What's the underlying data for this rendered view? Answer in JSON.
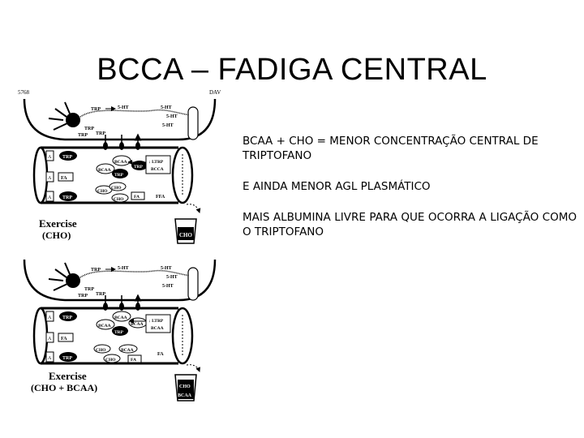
{
  "slide": {
    "title": "BCCA – FADIGA CENTRAL"
  },
  "figure": {
    "corner_left": "5768",
    "corner_right": "DAV",
    "panel_top": {
      "brain_labels": [
        "TRP",
        "5-HT",
        "5-HT",
        "5-HT",
        "5-HT",
        "TRP",
        "TRP",
        "TRP"
      ],
      "box_labels": [
        "A",
        "A",
        "A"
      ],
      "ovals": [
        "TRP",
        "FA",
        "TRP"
      ],
      "right_labels": [
        "↓ LTRP",
        "BCCA",
        "FFA"
      ],
      "clusters": [
        "BCAA",
        "BCAA",
        "TRP",
        "TRP",
        "CHO",
        "CHO",
        "CHO",
        "FA"
      ],
      "exercise": "Exercise",
      "condition": "(CHO)",
      "drink": "CHO"
    },
    "panel_bottom": {
      "brain_labels": [
        "TRP",
        "5-HT",
        "5-HT",
        "5-HT",
        "5-HT",
        "TRP",
        "TRP",
        "TRP"
      ],
      "box_labels": [
        "A",
        "A",
        "A"
      ],
      "ovals": [
        "TRP",
        "FA",
        "TRP"
      ],
      "right_labels": [
        "↓ LTRP",
        "BCAA",
        "FA"
      ],
      "clusters": [
        "BCAA",
        "BCAA",
        "BCAA",
        "TRP",
        "CHO",
        "CHO",
        "BCAA",
        "FA"
      ],
      "exercise": "Exercise",
      "condition": "(CHO + BCAA)",
      "drink_top": "CHO",
      "drink_bottom": "BCAA"
    }
  },
  "notes": {
    "line1": "BCAA + CHO = MENOR CONCENTRAÇÃO CENTRAL DE TRIPTOFANO",
    "line2": "E AINDA MENOR AGL PLASMÁTICO",
    "line3": "MAIS ALBUMINA LIVRE PARA QUE OCORRA A LIGAÇÃO COMO O TRIPTOFANO"
  }
}
